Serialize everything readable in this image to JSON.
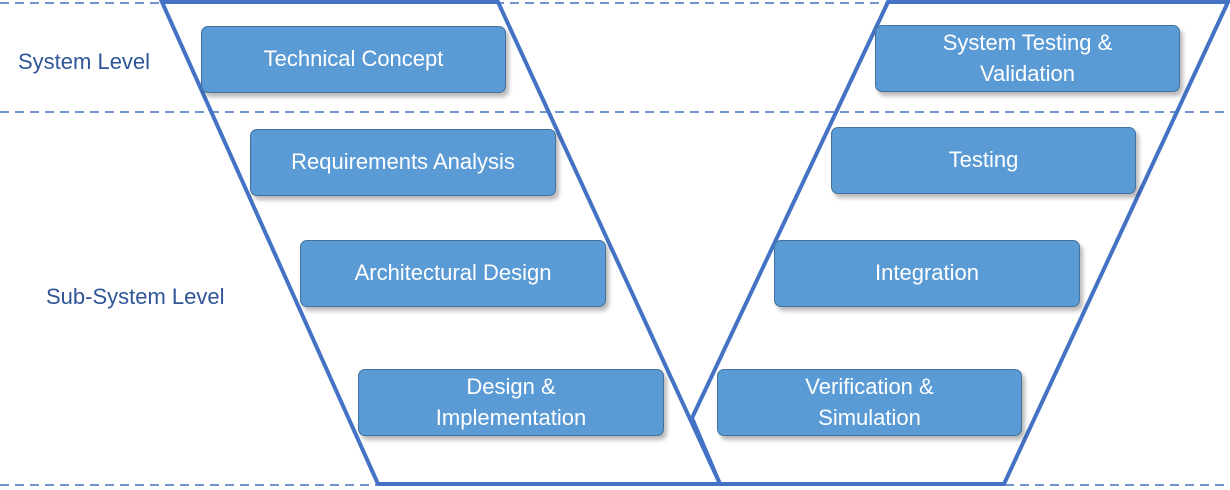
{
  "colors": {
    "box_fill": "#5b9bd5",
    "box_border": "#41719c",
    "outline": "#4472c4",
    "dashed_line": "#4472c4",
    "label_text": "#2f5597",
    "box_text": "#ffffff"
  },
  "levels": {
    "system": "System Level",
    "subsystem": "Sub-System Level"
  },
  "left_branch": {
    "technical_concept": "Technical Concept",
    "requirements_analysis": "Requirements Analysis",
    "architectural_design": "Architectural Design",
    "design_implementation": "Design &\nImplementation"
  },
  "right_branch": {
    "system_testing_validation": "System Testing &\nValidation",
    "testing": "Testing",
    "integration": "Integration",
    "verification_simulation": "Verification &\nSimulation"
  }
}
